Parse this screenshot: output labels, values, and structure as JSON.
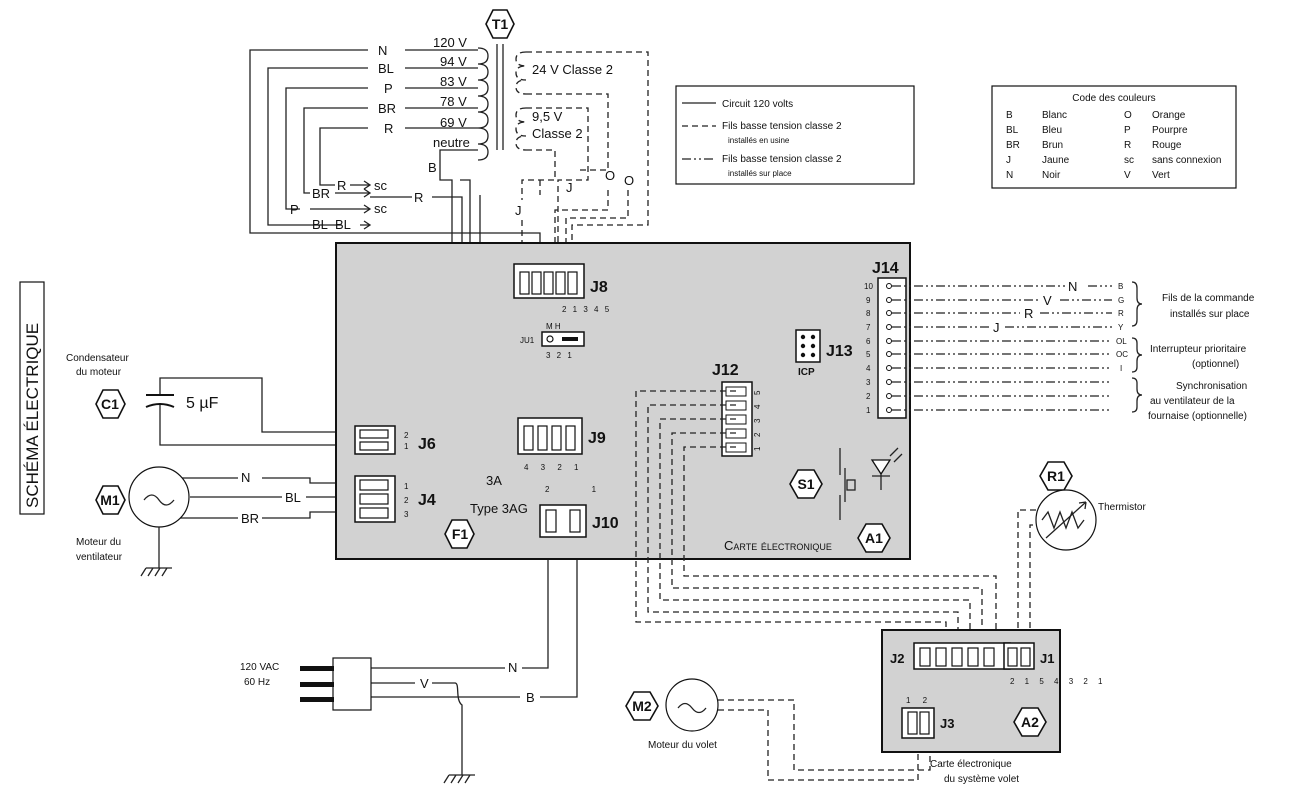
{
  "title": "SCHÉMA ÉLECTRIQUE",
  "transformer": {
    "tag": "T1",
    "taps": [
      "120 V",
      "94 V",
      "83 V",
      "78 V",
      "69 V",
      "neutre"
    ],
    "tap_wires": [
      "N",
      "BL",
      "P",
      "BR",
      "R"
    ],
    "neutral_wire": "B",
    "secondary_24v": "24 V Classe 2",
    "secondary_9v_a": "9,5 V",
    "secondary_9v_b": "Classe 2",
    "secondary_wires": [
      "J",
      "J",
      "O",
      "O"
    ]
  },
  "selector_wires": {
    "left": [
      "R",
      "BR",
      "P",
      "BL",
      "BL"
    ],
    "sc": [
      "sc",
      "sc"
    ],
    "right": "R"
  },
  "legend_lines": {
    "circuit_120": "Circuit 120 volts",
    "factory_a": "Fils basse tension classe 2",
    "factory_b": "installés en usine",
    "field_a": "Fils basse tension classe 2",
    "field_b": "installés sur place"
  },
  "color_code": {
    "title": "Code des couleurs",
    "rows": [
      {
        "code": "B",
        "name": "Blanc",
        "code2": "O",
        "name2": "Orange"
      },
      {
        "code": "BL",
        "name": "Bleu",
        "code2": "P",
        "name2": "Pourpre"
      },
      {
        "code": "BR",
        "name": "Brun",
        "code2": "R",
        "name2": "Rouge"
      },
      {
        "code": "J",
        "name": "Jaune",
        "code2": "sc",
        "name2": "sans connexion"
      },
      {
        "code": "N",
        "name": "Noir",
        "code2": "V",
        "name2": "Vert"
      }
    ]
  },
  "board": {
    "tag": "A1",
    "label": "Carte électronique",
    "j8": {
      "label": "J8",
      "pins": "2 1 3 4 5"
    },
    "ju1": {
      "label": "JU1",
      "mh": "M H",
      "pins": "3 2 1"
    },
    "j13": {
      "label": "J13",
      "sub": "ICP"
    },
    "j14": {
      "label": "J14",
      "pins": [
        "10",
        "9",
        "8",
        "7",
        "6",
        "5",
        "4",
        "3",
        "2",
        "1"
      ]
    },
    "j12": {
      "label": "J12",
      "pins": [
        "5",
        "4",
        "3",
        "2",
        "1"
      ]
    },
    "j9": {
      "label": "J9",
      "pins": "4 3 2 1"
    },
    "j6": {
      "label": "J6",
      "pins": [
        "2",
        "1"
      ]
    },
    "j4": {
      "label": "J4",
      "pins": [
        "1",
        "2",
        "3"
      ]
    },
    "j10": {
      "label": "J10",
      "pins": "2 1"
    },
    "fuse": {
      "tag": "F1",
      "rating": "3A",
      "type": "Type 3AG"
    },
    "switch_tag": "S1"
  },
  "j14_wires": {
    "letters": [
      "N",
      "V",
      "R",
      "J"
    ],
    "terminals": [
      "B",
      "G",
      "R",
      "Y",
      "OL",
      "OC",
      "I"
    ]
  },
  "right_labels": {
    "field_a": "Fils de la commande",
    "field_b": "installés sur place",
    "prio_a": "Interrupteur prioritaire",
    "prio_b": "(optionnel)",
    "sync_a": "Synchronisation",
    "sync_b": "au ventilateur de la",
    "sync_c": "fournaise (optionnelle)"
  },
  "capacitor": {
    "tag": "C1",
    "label_a": "Condensateur",
    "label_b": "du moteur",
    "value": "5 µF"
  },
  "fan_motor": {
    "tag": "M1",
    "label_a": "Moteur du",
    "label_b": "ventilateur",
    "wires": [
      "N",
      "BL",
      "BR"
    ]
  },
  "power": {
    "label_a": "120 VAC",
    "label_b": "60 Hz",
    "wires": [
      "N",
      "V",
      "B"
    ]
  },
  "thermistor": {
    "tag": "R1",
    "label": "Thermistor"
  },
  "damper_board": {
    "tag": "A2",
    "j2": "J2",
    "j1": "J1",
    "j1_pins": "2 1 5 4 3 2 1",
    "j3": "J3",
    "j3_pins": "1 2",
    "label_a": "Carte électronique",
    "label_b": "du système volet"
  },
  "damper_motor": {
    "tag": "M2",
    "label": "Moteur du volet"
  }
}
